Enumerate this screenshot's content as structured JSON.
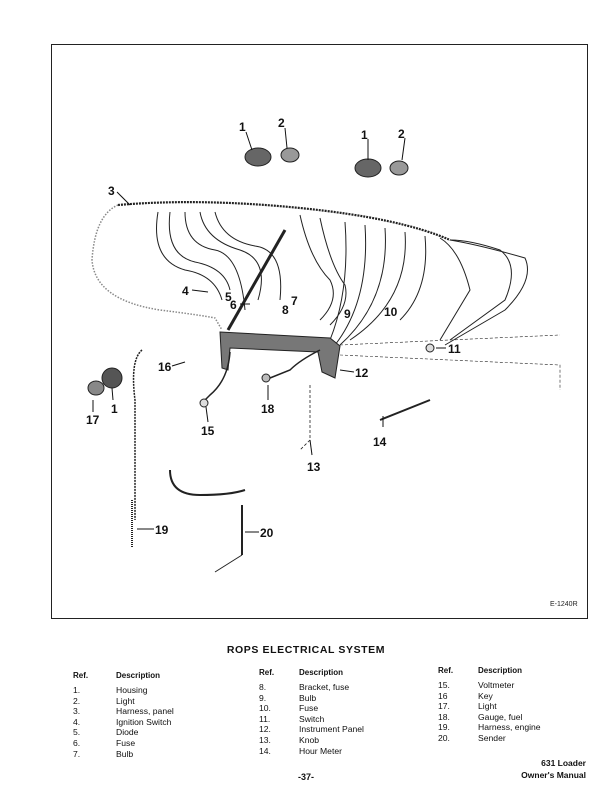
{
  "figure": {
    "id": "E-1240R",
    "callouts": [
      "1",
      "2",
      "1",
      "2",
      "3",
      "4",
      "5",
      "6",
      "7",
      "8",
      "9",
      "10",
      "11",
      "12",
      "13",
      "14",
      "15",
      "16",
      "17",
      "1",
      "18",
      "19",
      "20"
    ]
  },
  "title": "ROPS ELECTRICAL SYSTEM",
  "table": {
    "ref_header": "Ref.",
    "desc_header": "Description",
    "columns": [
      [
        {
          "ref": "1.",
          "desc": "Housing"
        },
        {
          "ref": "2.",
          "desc": "Light"
        },
        {
          "ref": "3.",
          "desc": "Harness, panel"
        },
        {
          "ref": "4.",
          "desc": "Ignition Switch"
        },
        {
          "ref": "5.",
          "desc": "Diode"
        },
        {
          "ref": "6.",
          "desc": "Fuse"
        },
        {
          "ref": "7.",
          "desc": "Bulb"
        }
      ],
      [
        {
          "ref": "8.",
          "desc": "Bracket, fuse"
        },
        {
          "ref": "9.",
          "desc": "Bulb"
        },
        {
          "ref": "10.",
          "desc": "Fuse"
        },
        {
          "ref": "11.",
          "desc": "Switch"
        },
        {
          "ref": "12.",
          "desc": "Instrument Panel"
        },
        {
          "ref": "13.",
          "desc": "Knob"
        },
        {
          "ref": "14.",
          "desc": "Hour Meter"
        }
      ],
      [
        {
          "ref": "15.",
          "desc": "Voltmeter"
        },
        {
          "ref": "16",
          "desc": "Key"
        },
        {
          "ref": "17.",
          "desc": "Light"
        },
        {
          "ref": "18.",
          "desc": "Gauge, fuel"
        },
        {
          "ref": "19.",
          "desc": "Harness, engine"
        },
        {
          "ref": "20.",
          "desc": "Sender"
        }
      ]
    ]
  },
  "footer": {
    "model": "631 Loader",
    "manual": "Owner's Manual",
    "page": "-37-"
  }
}
